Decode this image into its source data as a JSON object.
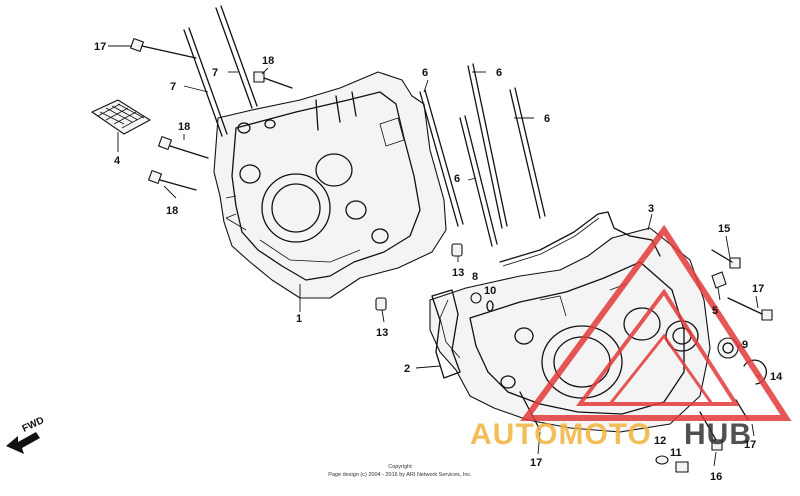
{
  "diagram": {
    "labels": [
      {
        "id": "1",
        "text": "1"
      },
      {
        "id": "2",
        "text": "2"
      },
      {
        "id": "3",
        "text": "3"
      },
      {
        "id": "4",
        "text": "4"
      },
      {
        "id": "5",
        "text": "5"
      },
      {
        "id": "6a",
        "text": "6"
      },
      {
        "id": "6b",
        "text": "6"
      },
      {
        "id": "6c",
        "text": "6"
      },
      {
        "id": "6d",
        "text": "6"
      },
      {
        "id": "7a",
        "text": "7"
      },
      {
        "id": "7b",
        "text": "7"
      },
      {
        "id": "8",
        "text": "8"
      },
      {
        "id": "9",
        "text": "9"
      },
      {
        "id": "10",
        "text": "10"
      },
      {
        "id": "11",
        "text": "11"
      },
      {
        "id": "12",
        "text": "12"
      },
      {
        "id": "13a",
        "text": "13"
      },
      {
        "id": "13b",
        "text": "13"
      },
      {
        "id": "14",
        "text": "14"
      },
      {
        "id": "15",
        "text": "15"
      },
      {
        "id": "16",
        "text": "16"
      },
      {
        "id": "17a",
        "text": "17"
      },
      {
        "id": "17b",
        "text": "17"
      },
      {
        "id": "17c",
        "text": "17"
      },
      {
        "id": "18a",
        "text": "18"
      },
      {
        "id": "18b",
        "text": "18"
      },
      {
        "id": "18c",
        "text": "18"
      },
      {
        "id": "18d",
        "text": "18"
      }
    ],
    "fwd_label": "FWD",
    "copyright_line1": "Copyright",
    "copyright_line2": "Page design (c) 2004 - 2016 by ARI Network Services, Inc."
  },
  "watermark": {
    "text": "AUTOMOTOHUB",
    "color_primary": "#e23b3b",
    "color_text": "#f2b33d"
  }
}
